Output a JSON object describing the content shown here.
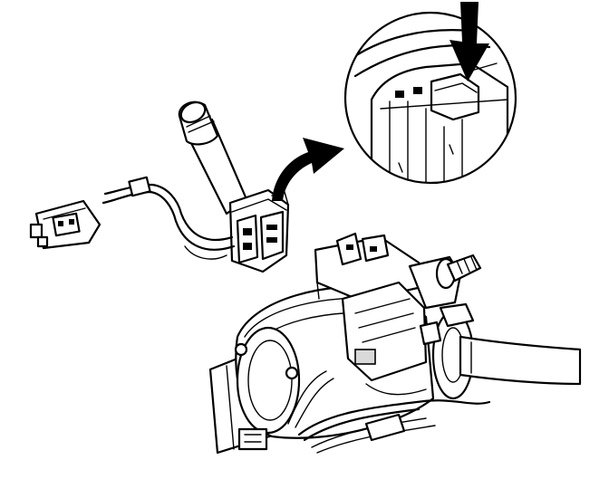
{
  "figure": {
    "parts": [
      {
        "id": "multifunction-switch",
        "icon": "turn-signal-lever"
      },
      {
        "id": "wiring-harness-connector",
        "icon": "electrical-connector"
      },
      {
        "id": "steering-column",
        "icon": "steering-column-assembly"
      },
      {
        "id": "detail-view",
        "icon": "magnified-retaining-clip"
      }
    ],
    "arrows": [
      {
        "id": "detail-callout-arrow",
        "icon": "curved-arrow"
      },
      {
        "id": "press-tab-arrow",
        "icon": "down-arrow"
      }
    ],
    "colors": {
      "line": "#000000",
      "background": "#ffffff"
    }
  }
}
